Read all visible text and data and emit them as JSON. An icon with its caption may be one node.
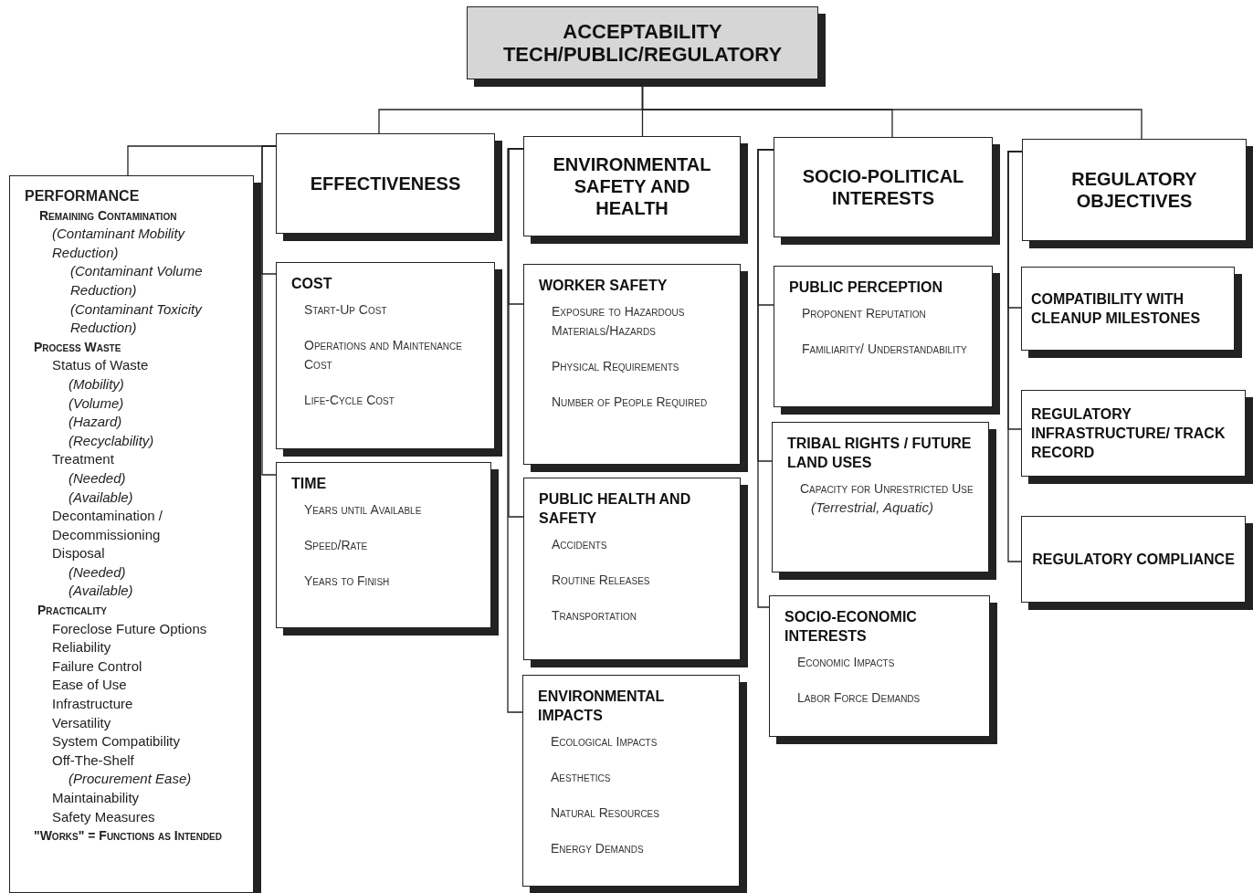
{
  "diagram": {
    "nodes": [
      {
        "text": [
          "ACCEPTABILITY TECH/PUBLIC/REGULATORY"
        ]
      },
      {
        "text": [
          "PERFORMANCE",
          "Remaining Contamination",
          "(Contaminant Mobility Reduction)",
          "(Contaminant Volume Reduction)",
          "(Contaminant Toxicity Reduction)",
          "Process Waste",
          "Status of Waste",
          "(Mobility)",
          "(Volume)",
          "(Hazard)",
          "(Recyclability)",
          "Treatment",
          "(Needed)",
          "(Available)",
          "Decontamination / Decommissioning",
          "Disposal",
          "(Needed)",
          "(Available)",
          "Practicality",
          "Foreclose Future Options",
          "Reliability",
          "Failure Control",
          "Ease of Use",
          "Infrastructure",
          "Versatility",
          "System Compatibility",
          "Off-The-Shelf",
          "(Procurement Ease)",
          "Maintainability",
          "Safety Measures",
          "\"Works\" = Functions as Intended"
        ]
      },
      {
        "text": [
          "EFFECTIVENESS"
        ]
      },
      {
        "text": [
          "COST",
          "Start-Up Cost",
          "Operations and Maintenance Cost",
          "Life-Cycle Cost"
        ]
      },
      {
        "text": [
          "TIME",
          "Years until Available",
          "Speed/Rate",
          "Years to Finish"
        ]
      },
      {
        "text": [
          "ENVIRONMENTAL SAFETY AND HEALTH"
        ]
      },
      {
        "text": [
          "WORKER SAFETY",
          "Exposure to Hazardous Materials/Hazards",
          "Physical Requirements",
          "Number of People Required"
        ]
      },
      {
        "text": [
          "PUBLIC HEALTH AND SAFETY",
          "Accidents",
          "Routine Releases",
          "Transportation"
        ]
      },
      {
        "text": [
          "ENVIRONMENTAL IMPACTS",
          "Ecological Impacts",
          "Aesthetics",
          "Natural Resources",
          "Energy Demands"
        ]
      },
      {
        "text": [
          "SOCIO-POLITICAL INTERESTS"
        ]
      },
      {
        "text": [
          "PUBLIC PERCEPTION",
          "Proponent Reputation",
          "Familiarity/ Understandability"
        ]
      },
      {
        "text": [
          "TRIBAL RIGHTS / FUTURE LAND USES",
          "Capacity for Unrestricted Use",
          "(Terrestrial, Aquatic)"
        ]
      },
      {
        "text": [
          "SOCIO-ECONOMIC INTERESTS",
          "Economic Impacts",
          "Labor Force Demands"
        ]
      },
      {
        "text": [
          "REGULATORY OBJECTIVES"
        ]
      },
      {
        "text": [
          "COMPATIBILITY WITH CLEANUP MILESTONES"
        ]
      },
      {
        "text": [
          "REGULATORY INFRASTRUCTURE/ TRACK RECORD"
        ]
      },
      {
        "text": [
          "REGULATORY COMPLIANCE"
        ]
      }
    ],
    "edges": [
      {
        "from": 0,
        "to": 2,
        "arrow": "none"
      },
      {
        "from": 0,
        "to": 5,
        "arrow": "none"
      },
      {
        "from": 0,
        "to": 9,
        "arrow": "none"
      },
      {
        "from": 0,
        "to": 13,
        "arrow": "none"
      },
      {
        "from": 2,
        "to": 1,
        "arrow": "none"
      },
      {
        "from": 2,
        "to": 3,
        "arrow": "none"
      },
      {
        "from": 2,
        "to": 4,
        "arrow": "none"
      },
      {
        "from": 5,
        "to": 6,
        "arrow": "none"
      },
      {
        "from": 5,
        "to": 7,
        "arrow": "none"
      },
      {
        "from": 5,
        "to": 8,
        "arrow": "none"
      },
      {
        "from": 9,
        "to": 10,
        "arrow": "none"
      },
      {
        "from": 9,
        "to": 11,
        "arrow": "none"
      },
      {
        "from": 9,
        "to": 12,
        "arrow": "none"
      },
      {
        "from": 13,
        "to": 14,
        "arrow": "none"
      },
      {
        "from": 13,
        "to": 15,
        "arrow": "none"
      },
      {
        "from": 13,
        "to": 16,
        "arrow": "none"
      }
    ]
  }
}
